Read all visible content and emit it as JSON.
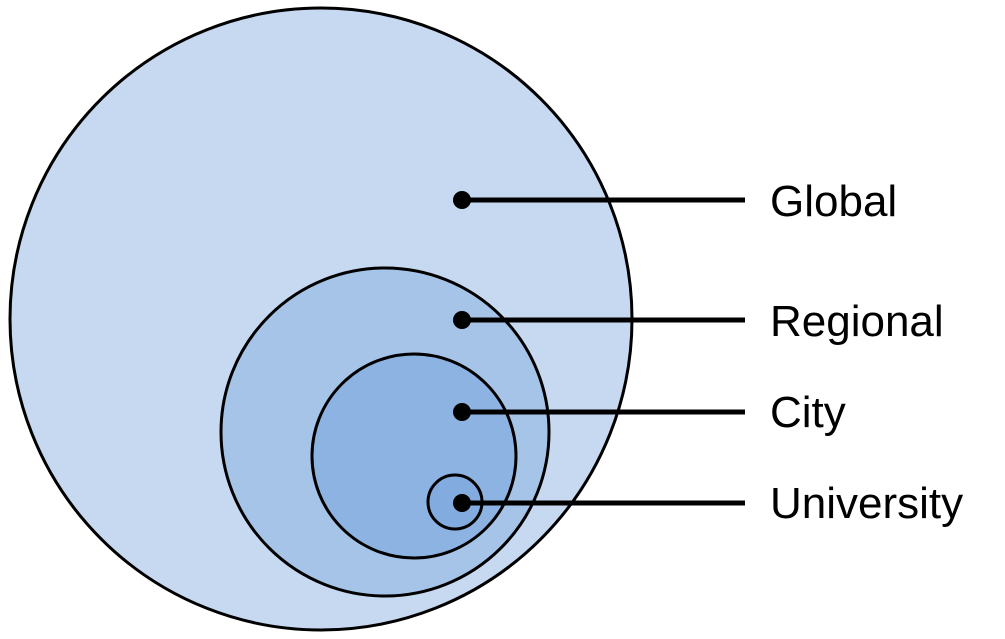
{
  "levels": [
    {
      "label": "Global",
      "fill": "#c6d9f0"
    },
    {
      "label": "Regional",
      "fill": "#a6c4e8"
    },
    {
      "label": "City",
      "fill": "#8db3e2"
    },
    {
      "label": "University",
      "fill": "#82abdf"
    }
  ]
}
